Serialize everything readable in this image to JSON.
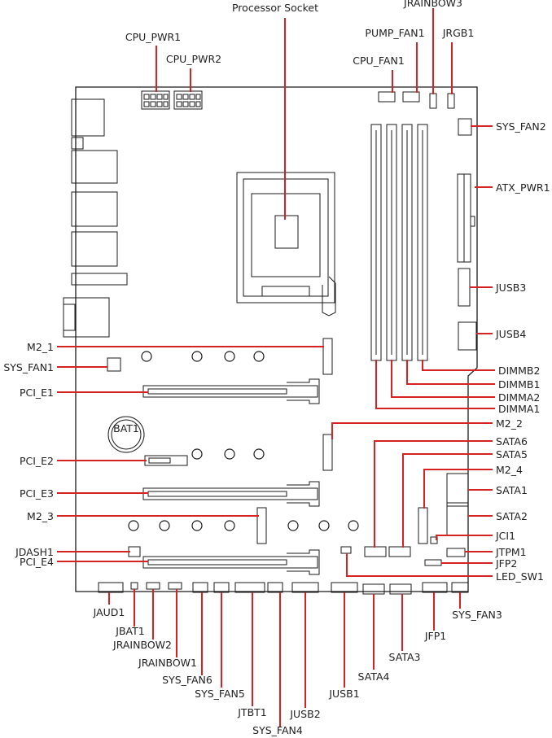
{
  "diagram": {
    "labels": {
      "processor_socket": "Processor Socket",
      "jrainbow3": "JRAINBOW3",
      "pump_fan1": "PUMP_FAN1",
      "jrgb1": "JRGB1",
      "cpu_pwr1": "CPU_PWR1",
      "cpu_pwr2": "CPU_PWR2",
      "cpu_fan1": "CPU_FAN1",
      "sys_fan2": "SYS_FAN2",
      "atx_pwr1": "ATX_PWR1",
      "jusb3": "JUSB3",
      "jusb4": "JUSB4",
      "dimmb2": "DIMMB2",
      "dimmb1": "DIMMB1",
      "dimma2": "DIMMA2",
      "dimma1": "DIMMA1",
      "m2_2": "M2_2",
      "sata6": "SATA6",
      "sata5": "SATA5",
      "m2_4": "M2_4",
      "sata1": "SATA1",
      "sata2": "SATA2",
      "jci1": "JCI1",
      "jtpm1": "JTPM1",
      "jfp2": "JFP2",
      "led_sw1": "LED_SW1",
      "sys_fan3": "SYS_FAN3",
      "jfp1": "JFP1",
      "sata3": "SATA3",
      "sata4": "SATA4",
      "jusb1": "JUSB1",
      "jusb2": "JUSB2",
      "sys_fan4": "SYS_FAN4",
      "jtbt1": "JTBT1",
      "sys_fan5": "SYS_FAN5",
      "sys_fan6": "SYS_FAN6",
      "jrainbow1": "JRAINBOW1",
      "jrainbow2": "JRAINBOW2",
      "jbat1": "JBAT1",
      "jaud1": "JAUD1",
      "m2_1": "M2_1",
      "sys_fan1": "SYS_FAN1",
      "pci_e1": "PCI_E1",
      "pci_e2": "PCI_E2",
      "pci_e3": "PCI_E3",
      "m2_3": "M2_3",
      "jdash1": "JDASH1",
      "pci_e4": "PCI_E4",
      "battery": "BAT1"
    },
    "colors": {
      "leader": "#d62222",
      "outline": "#1a1a1a",
      "text": "#222222"
    }
  }
}
